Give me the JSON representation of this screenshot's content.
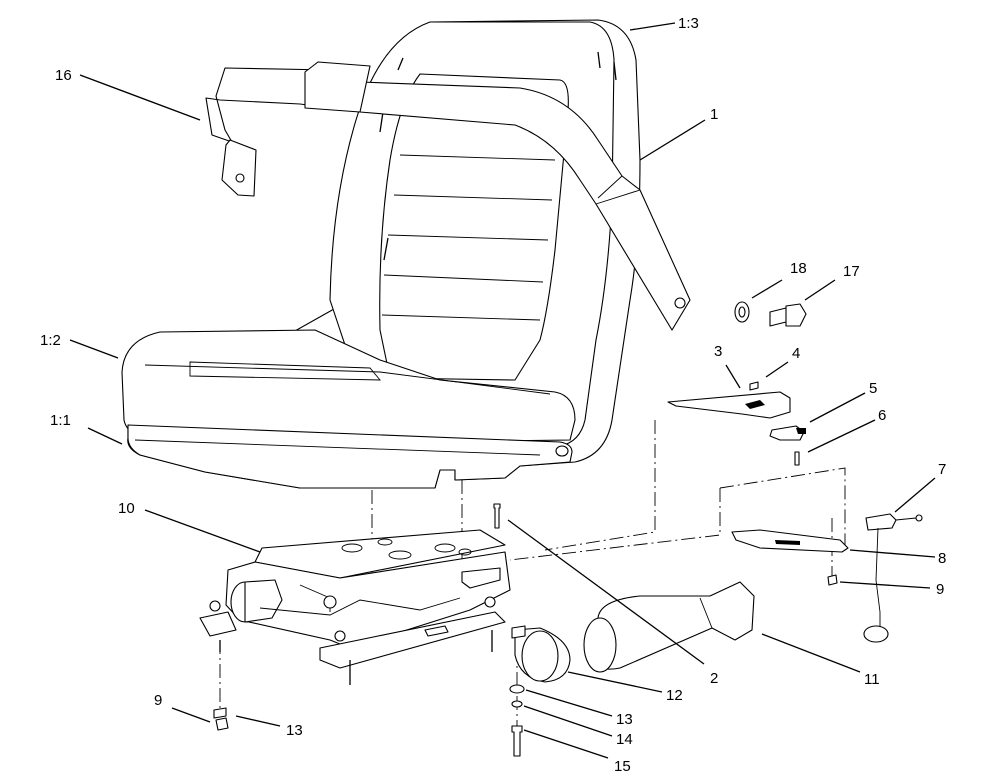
{
  "diagram": {
    "labels": {
      "l1": "1",
      "l1_1": "1:1",
      "l1_2": "1:2",
      "l1_3": "1:3",
      "l2": "2",
      "l3": "3",
      "l4": "4",
      "l5": "5",
      "l6": "6",
      "l7": "7",
      "l8": "8",
      "l9a": "9",
      "l9b": "9",
      "l10": "10",
      "l11": "11",
      "l12": "12",
      "l13a": "13",
      "l13b": "13",
      "l14": "14",
      "l15": "15",
      "l16": "16",
      "l17": "17",
      "l18": "18"
    }
  }
}
